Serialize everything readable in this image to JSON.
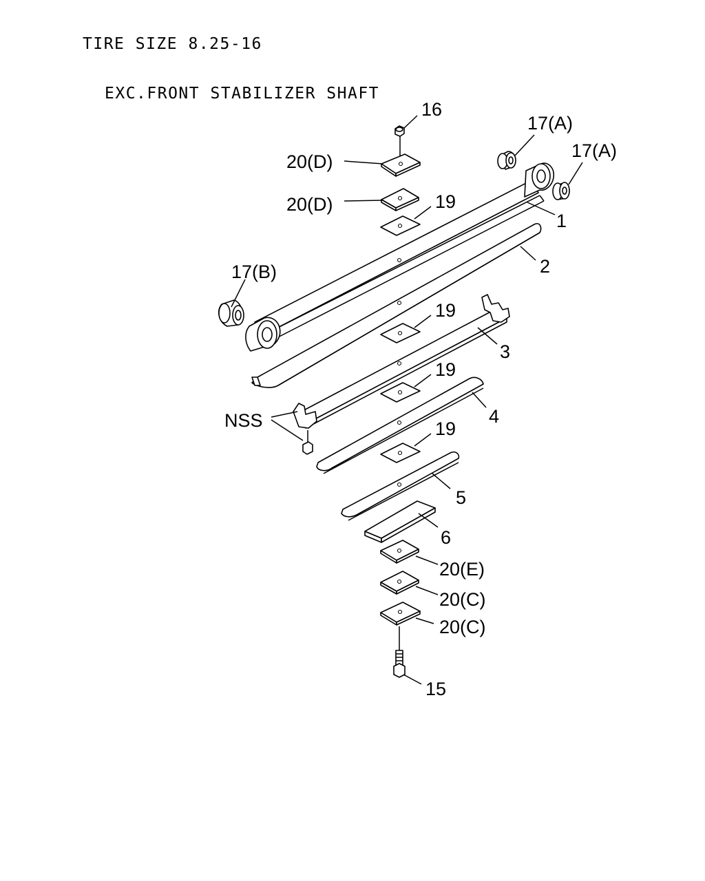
{
  "title": {
    "line1": "TIRE SIZE 8.25-16",
    "line2": "EXC.FRONT STABILIZER SHAFT"
  },
  "callouts": {
    "c16": "16",
    "c17a_1": "17(A)",
    "c17a_2": "17(A)",
    "c20d_1": "20(D)",
    "c20d_2": "20(D)",
    "c19_1": "19",
    "c1": "1",
    "c2": "2",
    "c17b": "17(B)",
    "c19_2": "19",
    "c3": "3",
    "c19_3": "19",
    "nss": "NSS",
    "c4": "4",
    "c19_4": "19",
    "c5": "5",
    "c6": "6",
    "c20e": "20(E)",
    "c20c_1": "20(C)",
    "c20c_2": "20(C)",
    "c15": "15"
  }
}
